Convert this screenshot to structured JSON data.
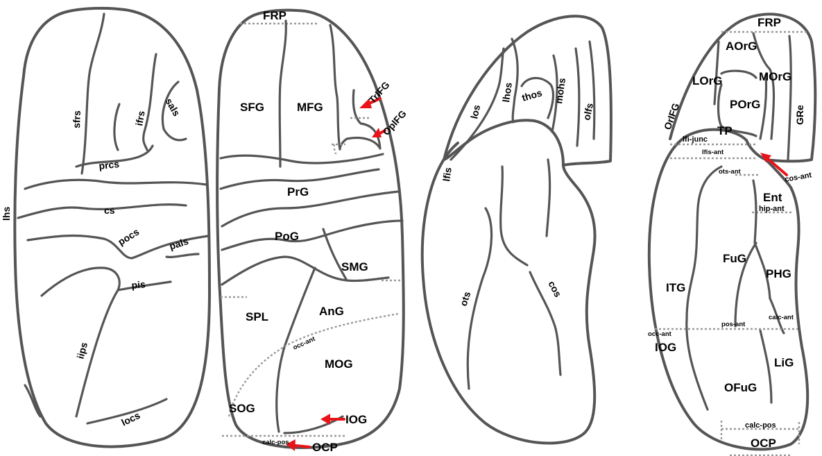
{
  "panel1": {
    "labels": {
      "lhs": "lhs",
      "sfrs": "sfrs",
      "ifrs": "ifrs",
      "sals": "sals",
      "prcs": "prcs",
      "cs": "cs",
      "pocs": "pocs",
      "pals": "pals",
      "pis": "pis",
      "iips": "iips",
      "locs": "locs"
    }
  },
  "panel2": {
    "labels": {
      "FRP": "FRP",
      "SFG": "SFG",
      "MFG": "MFG",
      "TrIFG": "TrIFG",
      "OpIFG": "OpIFG",
      "PrG": "PrG",
      "PoG": "PoG",
      "SMG": "SMG",
      "SPL": "SPL",
      "AnG": "AnG",
      "occ_ant": "occ-ant",
      "MOG": "MOG",
      "SOG": "SOG",
      "IOG": "IOG",
      "calc_pos": "calc-pos",
      "OCP": "OCP"
    }
  },
  "panel3": {
    "labels": {
      "los": "los",
      "lhos": "lhos",
      "thos": "thos",
      "mohs": "mohs",
      "olfs": "olfs",
      "lfis": "lfis",
      "ots": "ots",
      "cos": "cos"
    }
  },
  "panel4": {
    "labels": {
      "FRP": "FRP",
      "AOrG": "AOrG",
      "LOrG": "LOrG",
      "MOrG": "MOrG",
      "OrIFG": "OrIFG",
      "POrG": "POrG",
      "GRe": "GRe",
      "TP": "TP",
      "lfi_junc": "lfi-junc",
      "lfis_ant": "lfis-ant",
      "cos_ant": "cos-ant",
      "ots_ant": "ots-ant",
      "Ent": "Ent",
      "hip_ant": "hip-ant",
      "FuG": "FuG",
      "PHG": "PHG",
      "ITG": "ITG",
      "pos_ant": "pos-ant",
      "calc_ant": "calc-ant",
      "occ_ant": "occ-ant",
      "IOG": "IOG",
      "LiG": "LiG",
      "OFuG": "OFuG",
      "calc_pos": "calc-pos",
      "OCP": "OCP"
    }
  },
  "colors": {
    "outline": "#555555",
    "arrow": "#e8141a",
    "boundary": "#999999"
  }
}
